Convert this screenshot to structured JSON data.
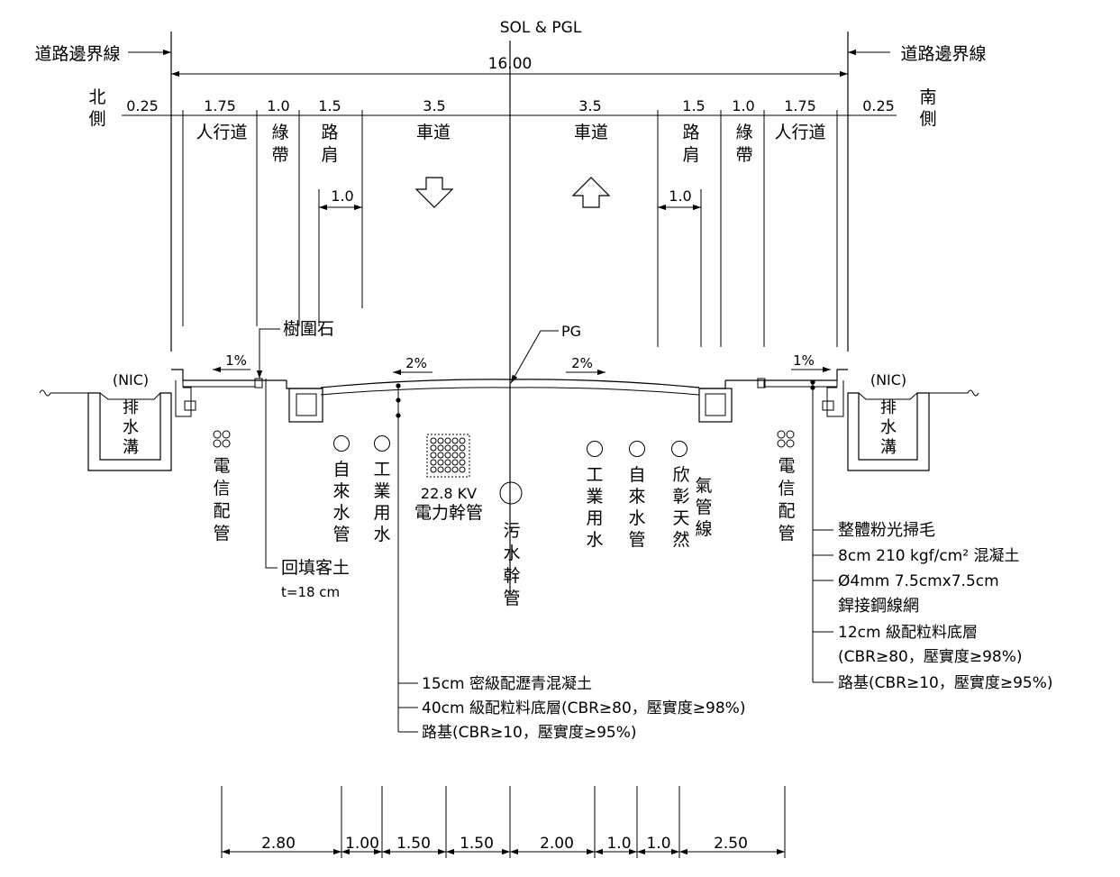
{
  "title": "SOL & PGL",
  "boundary_left": "道路邊界線",
  "boundary_right": "道路邊界線",
  "total_width": "16.00",
  "north": [
    "北",
    "側"
  ],
  "south": [
    "南",
    "側"
  ],
  "top_dims": [
    "0.25",
    "1.75",
    "1.0",
    "1.5",
    "3.5",
    "3.5",
    "1.5",
    "1.0",
    "1.75",
    "0.25"
  ],
  "zones": {
    "sidewalk": "人行道",
    "green_belt": [
      "綠",
      "帶"
    ],
    "shoulder": [
      "路",
      "肩"
    ],
    "lane": "車道"
  },
  "inner_dim": "1.0",
  "tree_stone": "樹圍石",
  "pg_label": "PG",
  "slope_1": "1%",
  "slope_2": "2%",
  "nic": "(NIC)",
  "drain": [
    "排",
    "水",
    "溝"
  ],
  "telecom": [
    "電",
    "信",
    "配",
    "管"
  ],
  "water": [
    "自",
    "來",
    "水",
    "管"
  ],
  "industrial": [
    "工",
    "業",
    "用",
    "水"
  ],
  "power_label_1": "22.8 KV",
  "power_label_2": "電力幹管",
  "sewer": [
    "污",
    "水",
    "幹",
    "管"
  ],
  "gas_col1": [
    "欣",
    "彰",
    "天",
    "然"
  ],
  "gas_col2": [
    "氣",
    "管",
    "線"
  ],
  "backfill": "回填客土",
  "backfill_t": "t=18 cm",
  "pave_left": [
    "15cm 密級配瀝青混凝土",
    "40cm 級配粒料底層(CBR≥80，壓實度≥98%)",
    "路基(CBR≥10，壓實度≥95%)"
  ],
  "pave_right": [
    "整體粉光掃毛",
    "8cm 210 kgf/cm² 混凝土",
    "Ø4mm 7.5cmx7.5cm",
    "銲接鋼線網",
    "12cm 級配粒料底層",
    "(CBR≥80，壓實度≥98%)",
    "路基(CBR≥10，壓實度≥95%)"
  ],
  "bottom_dims": [
    "2.80",
    "1.00",
    "1.50",
    "1.50",
    "2.00",
    "1.0",
    "1.0",
    "2.50"
  ]
}
